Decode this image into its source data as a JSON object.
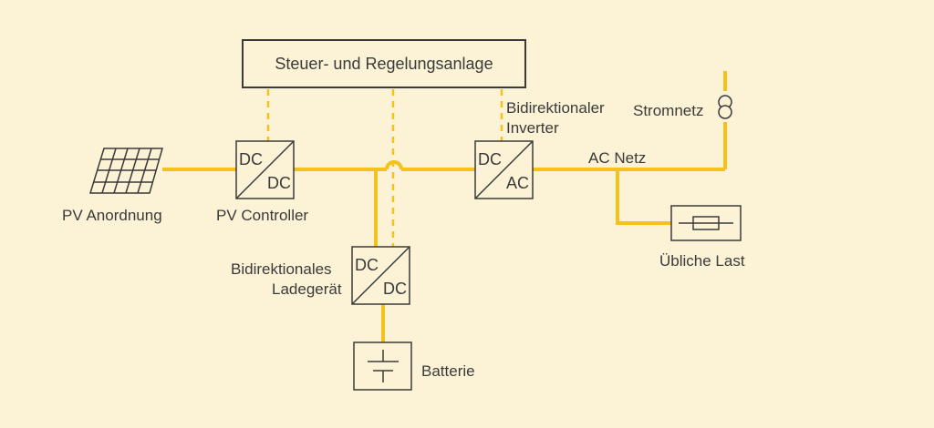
{
  "control_unit": {
    "label": "Steuer- und Regelungsanlage"
  },
  "components": {
    "pv_array": {
      "label": "PV Anordnung"
    },
    "pv_controller": {
      "label": "PV Controller",
      "top": "DC",
      "bottom": "DC"
    },
    "inverter": {
      "label_line1": "Bidirektionaler",
      "label_line2": "Inverter",
      "top": "DC",
      "bottom": "AC"
    },
    "charger": {
      "label_line1": "Bidirektionales",
      "label_line2": "Ladegerät",
      "top": "DC",
      "bottom": "DC"
    },
    "battery": {
      "label": "Batterie"
    },
    "grid": {
      "label": "Stromnetz"
    },
    "ac_net": {
      "label": "AC Netz"
    },
    "load": {
      "label": "Übliche Last"
    }
  },
  "colors": {
    "line": "#f5c21b",
    "stroke": "#3a3a3a",
    "background": "#fcf2d6"
  }
}
